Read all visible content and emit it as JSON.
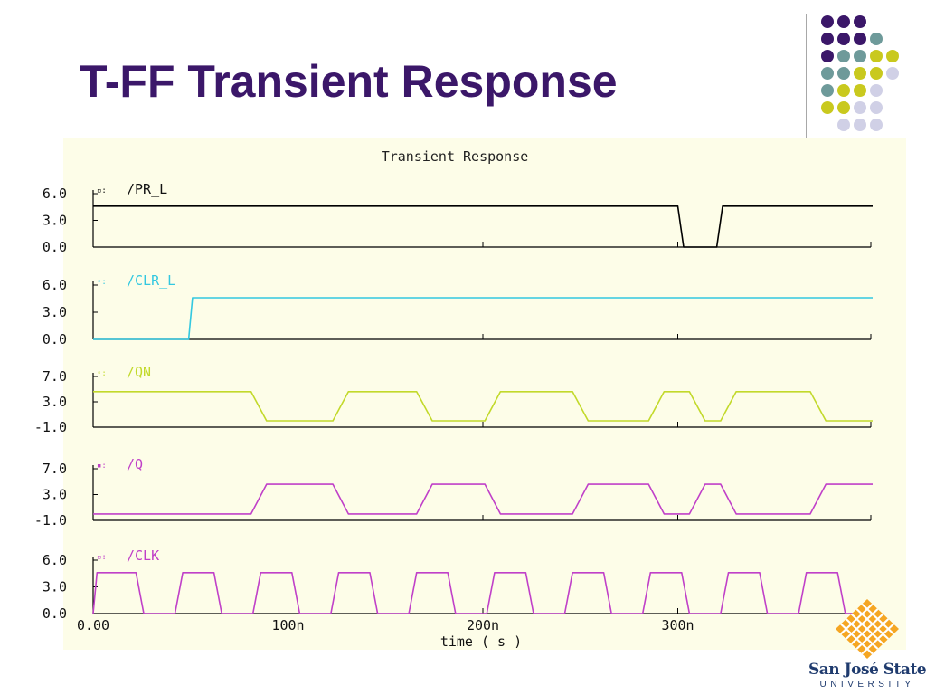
{
  "slide": {
    "title": "T-FF Transient Response",
    "colors": {
      "title": "#3b1769",
      "purple": "#3b1769",
      "teal": "#6e9a9a",
      "olive": "#c9c91e",
      "lavender": "#d0d0e6"
    }
  },
  "logo": {
    "name": "San José State",
    "sub": "UNIVERSITY",
    "icon": "sjsu-diamond-logo-icon",
    "color": "#f5a623"
  },
  "chart_data": {
    "type": "line",
    "title": "Transient Response",
    "xlabel": "time ( s )",
    "x_ticks": [
      "0.00",
      "100n",
      "200n",
      "300n"
    ],
    "xlim": [
      0,
      400
    ],
    "x_unit": "ns",
    "series": [
      {
        "name": "/PR_L",
        "label": "/PR_L",
        "marker": "▫:",
        "color": "#000000",
        "yticks": [
          "6.0",
          "3.0",
          "0.0"
        ],
        "ylim": [
          0,
          6
        ],
        "points": [
          [
            0,
            4.6
          ],
          [
            300,
            4.6
          ],
          [
            303,
            0
          ],
          [
            320,
            0
          ],
          [
            323,
            4.6
          ],
          [
            400,
            4.6
          ]
        ]
      },
      {
        "name": "/CLR_L",
        "label": "/CLR_L",
        "marker": "◦:",
        "color": "#33c8e0",
        "yticks": [
          "6.0",
          "3.0",
          "0.0"
        ],
        "ylim": [
          0,
          6
        ],
        "points": [
          [
            0,
            0
          ],
          [
            49,
            0
          ],
          [
            51,
            4.6
          ],
          [
            400,
            4.6
          ]
        ]
      },
      {
        "name": "/QN",
        "label": "/QN",
        "marker": "◦:",
        "color": "#c2d92a",
        "yticks": [
          "7.0",
          "3.0",
          "-1.0"
        ],
        "ylim": [
          -1,
          7
        ],
        "points": [
          [
            0,
            4.6
          ],
          [
            81,
            4.6
          ],
          [
            89,
            0
          ],
          [
            123,
            0
          ],
          [
            131,
            4.6
          ],
          [
            166,
            4.6
          ],
          [
            174,
            0
          ],
          [
            201,
            0
          ],
          [
            209,
            4.6
          ],
          [
            246,
            4.6
          ],
          [
            254,
            0
          ],
          [
            285,
            0
          ],
          [
            293,
            4.6
          ],
          [
            306,
            4.6
          ],
          [
            314,
            0
          ],
          [
            322,
            0
          ],
          [
            330,
            4.6
          ],
          [
            368,
            4.6
          ],
          [
            376,
            0
          ],
          [
            400,
            0
          ]
        ]
      },
      {
        "name": "/Q",
        "label": "/Q",
        "marker": "▪:",
        "color": "#c040c8",
        "yticks": [
          "7.0",
          "3.0",
          "-1.0"
        ],
        "ylim": [
          -1,
          7
        ],
        "points": [
          [
            0,
            0
          ],
          [
            81,
            0
          ],
          [
            89,
            4.6
          ],
          [
            123,
            4.6
          ],
          [
            131,
            0
          ],
          [
            166,
            0
          ],
          [
            174,
            4.6
          ],
          [
            201,
            4.6
          ],
          [
            209,
            0
          ],
          [
            246,
            0
          ],
          [
            254,
            4.6
          ],
          [
            285,
            4.6
          ],
          [
            293,
            0
          ],
          [
            306,
            0
          ],
          [
            314,
            4.6
          ],
          [
            322,
            4.6
          ],
          [
            330,
            0
          ],
          [
            368,
            0
          ],
          [
            376,
            4.6
          ],
          [
            400,
            4.6
          ]
        ]
      },
      {
        "name": "/CLK",
        "label": "/CLK",
        "marker": "▫:",
        "color": "#c040c8",
        "yticks": [
          "6.0",
          "3.0",
          "0.0"
        ],
        "ylim": [
          0,
          6
        ],
        "points": [
          [
            0,
            0
          ],
          [
            2,
            4.6
          ],
          [
            22,
            4.6
          ],
          [
            26,
            0
          ],
          [
            42,
            0
          ],
          [
            46,
            4.6
          ],
          [
            62,
            4.6
          ],
          [
            66,
            0
          ],
          [
            82,
            0
          ],
          [
            86,
            4.6
          ],
          [
            102,
            4.6
          ],
          [
            106,
            0
          ],
          [
            122,
            0
          ],
          [
            126,
            4.6
          ],
          [
            142,
            4.6
          ],
          [
            146,
            0
          ],
          [
            162,
            0
          ],
          [
            166,
            4.6
          ],
          [
            182,
            4.6
          ],
          [
            186,
            0
          ],
          [
            202,
            0
          ],
          [
            206,
            4.6
          ],
          [
            222,
            4.6
          ],
          [
            226,
            0
          ],
          [
            242,
            0
          ],
          [
            246,
            4.6
          ],
          [
            262,
            4.6
          ],
          [
            266,
            0
          ],
          [
            282,
            0
          ],
          [
            286,
            4.6
          ],
          [
            302,
            4.6
          ],
          [
            306,
            0
          ],
          [
            322,
            0
          ],
          [
            326,
            4.6
          ],
          [
            342,
            4.6
          ],
          [
            346,
            0
          ],
          [
            362,
            0
          ],
          [
            366,
            4.6
          ],
          [
            382,
            4.6
          ],
          [
            386,
            0
          ],
          [
            400,
            0
          ]
        ]
      }
    ]
  }
}
